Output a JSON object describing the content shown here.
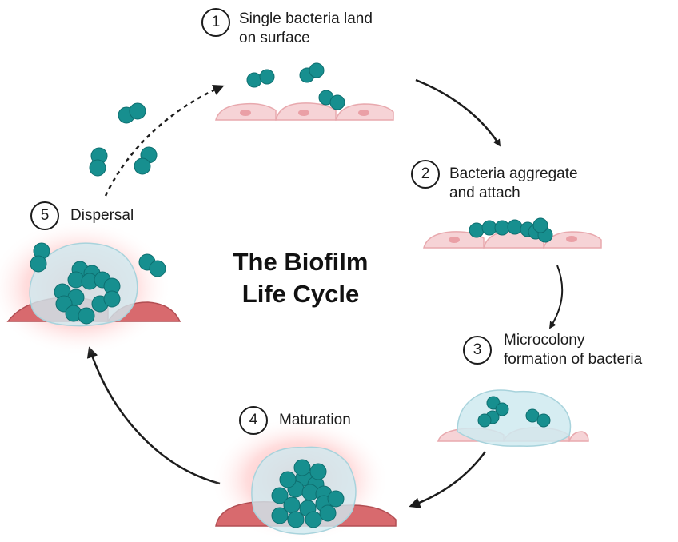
{
  "title": {
    "line1": "The Biofilm",
    "line2": "Life Cycle"
  },
  "stages": [
    {
      "number": "1",
      "line1": "Single bacteria land",
      "line2": "on surface"
    },
    {
      "number": "2",
      "line1": "Bacteria aggregate",
      "line2": "and attach"
    },
    {
      "number": "3",
      "line1": "Microcolony",
      "line2": "formation of bacteria"
    },
    {
      "number": "4",
      "line1": "Maturation"
    },
    {
      "number": "5",
      "line1": "Dispersal"
    }
  ],
  "colors": {
    "bacteria": "#178f8f",
    "host_cell_light": "#f6d3d6",
    "host_cell_dark": "#d86a6e",
    "biofilm_matrix": "#cfeaf0",
    "inflammation_glow": "#ff9b9b",
    "arrow": "#1c1c1c"
  }
}
